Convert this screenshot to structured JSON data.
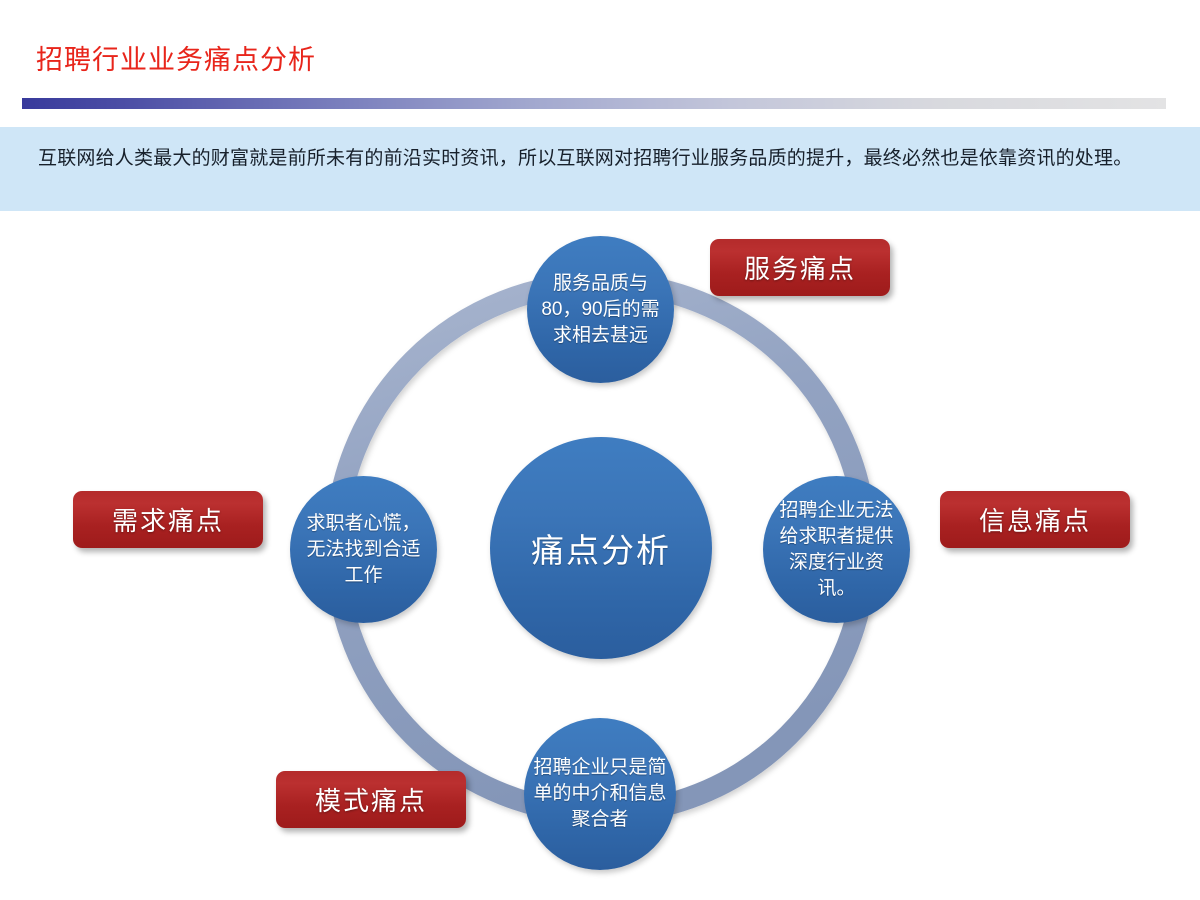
{
  "header": {
    "title": "招聘行业业务痛点分析",
    "rule_gradient_start": "#383a9c",
    "rule_gradient_end": "#e3e3e4",
    "title_color": "#e8251b"
  },
  "intro": {
    "text": "互联网给人类最大的财富就是前所未有的前沿实时资讯，所以互联网对招聘行业服务品质的提升，最终必然也是依靠资讯的处理。",
    "band_color": "#cfe6f7"
  },
  "diagram": {
    "ring_color": "#8fa0bf",
    "node_color": "#3a73b6",
    "tag_color": "#b02626",
    "hub": {
      "label": "痛点分析"
    },
    "nodes": [
      {
        "position": "top",
        "label": "服务品质与80，90后的需求相去甚远"
      },
      {
        "position": "left",
        "label": "求职者心慌，无法找到合适工作"
      },
      {
        "position": "right",
        "label": "招聘企业无法给求职者提供深度行业资讯。"
      },
      {
        "position": "bottom",
        "label": "招聘企业只是简单的中介和信息聚合者"
      }
    ],
    "tags": [
      {
        "position": "top-right",
        "label": "服务痛点"
      },
      {
        "position": "left",
        "label": "需求痛点"
      },
      {
        "position": "right",
        "label": "信息痛点"
      },
      {
        "position": "bottom-left",
        "label": "模式痛点"
      }
    ]
  }
}
